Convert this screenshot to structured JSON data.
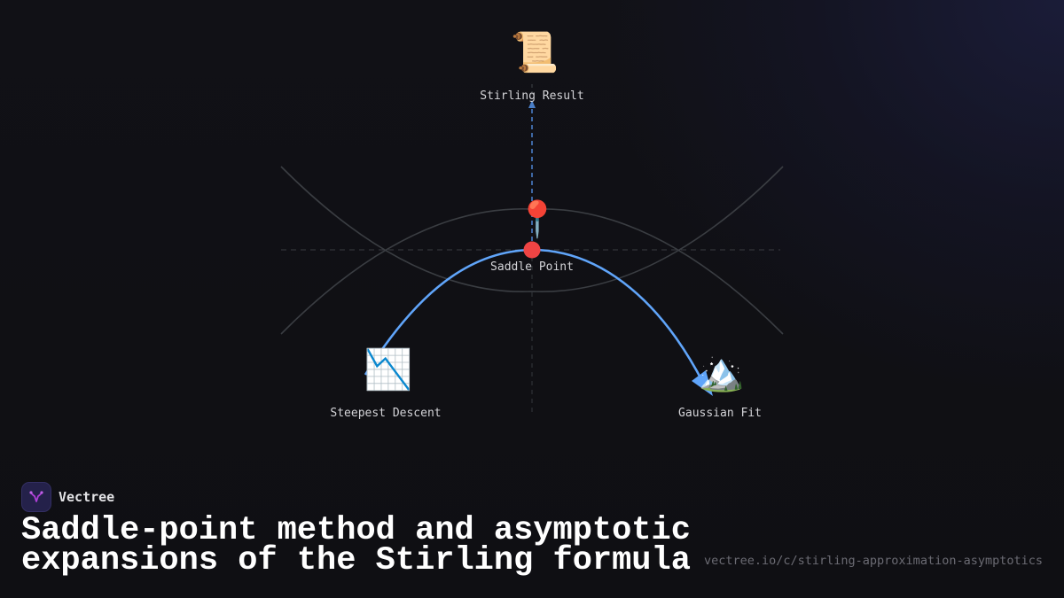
{
  "brand": {
    "name": "Vectree",
    "logo_icon": "vectree-branch-logo",
    "logo_bg": "#24214a",
    "logo_accent": "#b040d8"
  },
  "title": {
    "line1": "Saddle-point method and asymptotic",
    "line2": "expansions of the Stirling formula"
  },
  "footer": {
    "url": "vectree.io/c/stirling-approximation-asymptotics"
  },
  "diagram": {
    "colors": {
      "background": "#101015",
      "main_curve": "#60a5fa",
      "guide_curves": "#3a3d42",
      "dashed_axes": "#3a3d42",
      "upward_arrow": "#4a7fc8",
      "saddle_dot": "#ef4444",
      "label_text": "#d4d4d8"
    },
    "nodes": [
      {
        "id": "stirling-result",
        "label": "Stirling Result",
        "icon": "scroll-icon",
        "glyph": "📜"
      },
      {
        "id": "saddle-point",
        "label": "Saddle Point",
        "icon": "pushpin-icon",
        "glyph": "📍"
      },
      {
        "id": "steepest-descent",
        "label": "Steepest Descent",
        "icon": "chart-decreasing-icon",
        "glyph": "📉"
      },
      {
        "id": "gaussian-fit",
        "label": "Gaussian Fit",
        "icon": "snow-capped-mountain-icon",
        "glyph": "🏔️"
      }
    ],
    "edges": [
      {
        "from": "steepest-descent",
        "to": "gaussian-fit",
        "via": "saddle-point",
        "style": "solid-curve-arrow"
      },
      {
        "from": "saddle-point",
        "to": "stirling-result",
        "style": "dashed-arrow"
      }
    ]
  }
}
